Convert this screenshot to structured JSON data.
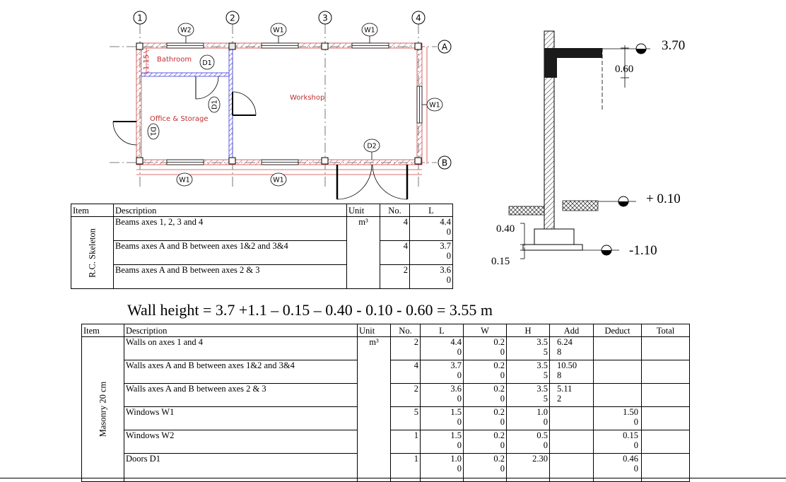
{
  "plan": {
    "axes": [
      "1",
      "2",
      "3",
      "4",
      "A",
      "B"
    ],
    "rooms": [
      "Bathroom",
      "Office & Storage",
      "Workshop"
    ],
    "tags": [
      "W2",
      "W1",
      "W1",
      "D1",
      "D1",
      "D1",
      "D2",
      "W1",
      "W1",
      "W1"
    ],
    "dims": [
      "1.15"
    ]
  },
  "section": {
    "levels": [
      "3.70",
      "+ 0.10",
      "-1.10"
    ],
    "dims": [
      "0.60",
      "0.40",
      "0.15"
    ]
  },
  "skeleton_table": {
    "headers": [
      "Item",
      "Description",
      "Unit",
      "No.",
      "L"
    ],
    "item": "R.C. Skeleton",
    "rows": [
      {
        "desc": "Beams axes 1, 2, 3 and 4",
        "unit": "m³",
        "no": "4",
        "l1": "4.4",
        "l2": "0"
      },
      {
        "desc": "Beams axes A and B between axes 1&2 and 3&4",
        "unit": "",
        "no": "4",
        "l1": "3.7",
        "l2": "0"
      },
      {
        "desc": "Beams axes A and B between axes 2 & 3",
        "unit": "",
        "no": "2",
        "l1": "3.6",
        "l2": "0"
      }
    ]
  },
  "wall_height": "Wall height = 3.7 +1.1 – 0.15 – 0.40 - 0.10 - 0.60 = 3.55 m",
  "masonry_table": {
    "headers": [
      "Item",
      "Description",
      "Unit",
      "No.",
      "L",
      "W",
      "H",
      "Add",
      "Deduct",
      "Total"
    ],
    "item": "Masonry 20 cm",
    "rows": [
      {
        "desc": "Walls on axes 1 and 4",
        "unit": "m³",
        "no": "2",
        "l1": "4.4",
        "l2": "0",
        "w1": "0.2",
        "w2": "0",
        "h1": "3.5",
        "h2": "5",
        "a1": "6.24",
        "a2": "8",
        "d1": "",
        "d2": ""
      },
      {
        "desc": "Walls axes A and B between axes 1&2 and 3&4",
        "unit": "",
        "no": "4",
        "l1": "3.7",
        "l2": "0",
        "w1": "0.2",
        "w2": "0",
        "h1": "3.5",
        "h2": "5",
        "a1": "10.50",
        "a2": "8",
        "d1": "",
        "d2": ""
      },
      {
        "desc": "Walls axes A and B between axes 2 & 3",
        "unit": "",
        "no": "2",
        "l1": "3.6",
        "l2": "0",
        "w1": "0.2",
        "w2": "0",
        "h1": "3.5",
        "h2": "5",
        "a1": "5.11",
        "a2": "2",
        "d1": "",
        "d2": ""
      },
      {
        "desc": "Windows W1",
        "unit": "",
        "no": "5",
        "l1": "1.5",
        "l2": "0",
        "w1": "0.2",
        "w2": "0",
        "h1": "1.0",
        "h2": "0",
        "a1": "",
        "a2": "",
        "d1": "1.50",
        "d2": "0"
      },
      {
        "desc": "Windows W2",
        "unit": "",
        "no": "1",
        "l1": "1.5",
        "l2": "0",
        "w1": "0.2",
        "w2": "0",
        "h1": "0.5",
        "h2": "0",
        "a1": "",
        "a2": "",
        "d1": "0.15",
        "d2": "0"
      },
      {
        "desc": "Doors D1",
        "unit": "",
        "no": "1",
        "l1": "1.0",
        "l2": "0",
        "w1": "0.2",
        "w2": "0",
        "h1": "",
        "h2": "2.30",
        "a1": "",
        "a2": "",
        "d1": "0.46",
        "d2": "0"
      }
    ]
  }
}
